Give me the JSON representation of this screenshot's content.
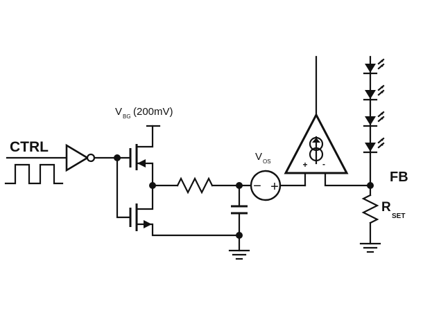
{
  "labels": {
    "ctrl": "CTRL",
    "vbg_main": "V",
    "vbg_sub": "BG",
    "vbg_value": "(200mV)",
    "vos_main": "V",
    "vos_sub": "OS",
    "vos_minus": "−",
    "vos_plus": "+",
    "amp_plus": "+",
    "amp_minus": "-",
    "fb": "FB",
    "rset_main": "R",
    "rset_sub": "SET"
  },
  "led_count": 4
}
